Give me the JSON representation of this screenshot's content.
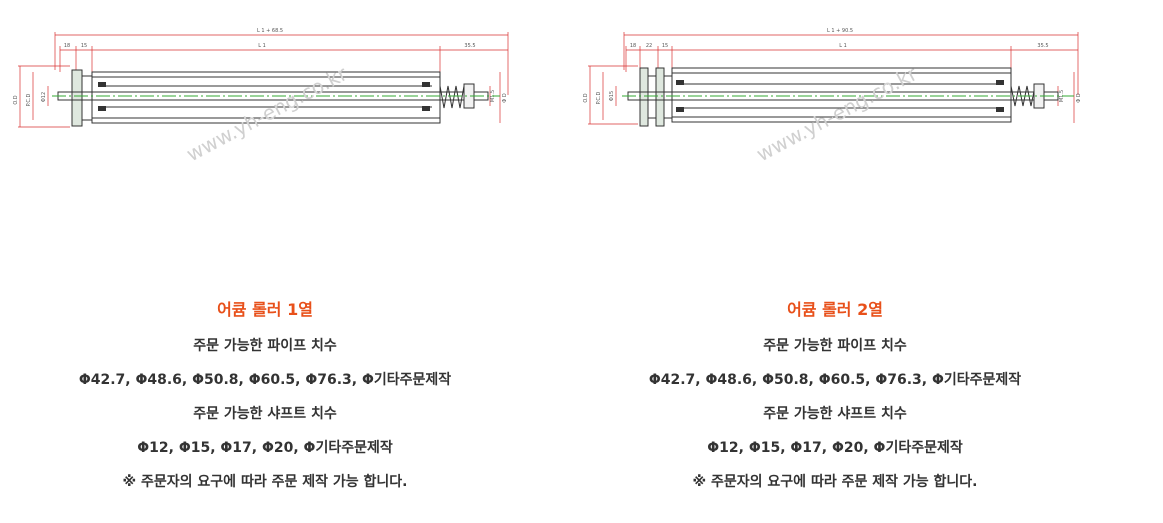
{
  "watermark": "www.yh-eng.co.kr",
  "colors": {
    "title": "#e8501a",
    "text": "#333333",
    "dimension": "#d83030",
    "shaft": "#33aa33",
    "outline": "#333333"
  },
  "panels": [
    {
      "title": "어큠 롤러 1열",
      "drawing": {
        "overall_length": "L 1 + 68.5",
        "body_length": "L 1",
        "seg_a": "18",
        "seg_b": "15",
        "end_length": "35.5",
        "left_dims": [
          "O.D",
          "P.C.D",
          "Φ12"
        ],
        "right_dims": [
          "M1.5",
          "Φ D"
        ]
      },
      "lines": [
        "주문 가능한 파이프 치수",
        "Φ42.7, Φ48.6, Φ50.8, Φ60.5, Φ76.3, Φ기타주문제작",
        "주문 가능한 샤프트 치수",
        "Φ12, Φ15, Φ17, Φ20, Φ기타주문제작",
        "※ 주문자의 요구에 따라 주문 제작 가능 합니다."
      ]
    },
    {
      "title": "어큠 롤러 2열",
      "drawing": {
        "overall_length": "L 1 + 90.5",
        "body_length": "L 1",
        "seg_a": "18",
        "seg_b": "22",
        "seg_c": "15",
        "end_length": "35.5",
        "left_dims": [
          "O.D",
          "P.C.D",
          "Φ15"
        ],
        "right_dims": [
          "M1.5",
          "Φ D"
        ]
      },
      "lines": [
        "주문 가능한 파이프 치수",
        "Φ42.7, Φ48.6, Φ50.8, Φ60.5, Φ76.3, Φ기타주문제작",
        "주문 가능한 샤프트 치수",
        "Φ12, Φ15, Φ17, Φ20, Φ기타주문제작",
        "※ 주문자의 요구에 따라 주문 제작 가능 합니다."
      ]
    }
  ]
}
